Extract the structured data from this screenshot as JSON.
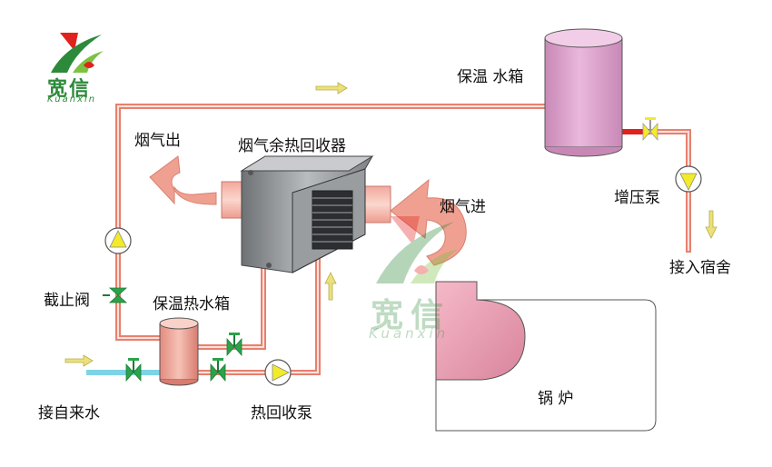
{
  "brand": {
    "name_cn": "宽信",
    "name_en": "Kuanxin"
  },
  "labels": {
    "hot_water_tank": "保温 水箱",
    "flue_out": "烟气出",
    "recovery_unit": "烟气余热回收器",
    "flue_in": "烟气进",
    "booster_pump": "增压泵",
    "to_dorm": "接入宿舍",
    "shutoff_valve": "截止阀",
    "insulated_tank": "保温热水箱",
    "tap_water": "接自来水",
    "recovery_pump": "热回收泵",
    "boiler": "锅 炉"
  },
  "colors": {
    "pipe": "#e8806f",
    "pipe_inner": "#f4b3a4",
    "tank_fill": "#d89bc9",
    "valve_green": "#2aa34a",
    "pump_yellow": "#f3ea2a",
    "arrow_yellow": "#ece07a",
    "cold_pipe": "#7fd3e6",
    "hot_pipe": "#e0221e"
  }
}
